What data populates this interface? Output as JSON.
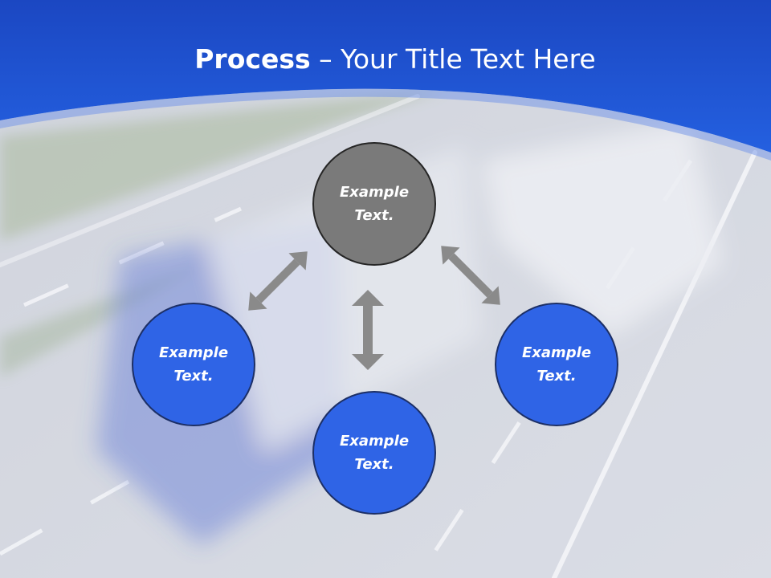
{
  "slide": {
    "title_bold": "Process",
    "title_rest": " – Your Title Text Here",
    "colors": {
      "header_blue": "#1e56d6",
      "circle_blue": "#2f64e6",
      "circle_gray": "#7a7a7a",
      "arrow_gray": "#8a8a8a"
    }
  },
  "diagram": {
    "center": {
      "text": "Example\nText."
    },
    "left": {
      "text": "Example\nText."
    },
    "bottom": {
      "text": "Example\nText."
    },
    "right": {
      "text": "Example\nText."
    }
  }
}
